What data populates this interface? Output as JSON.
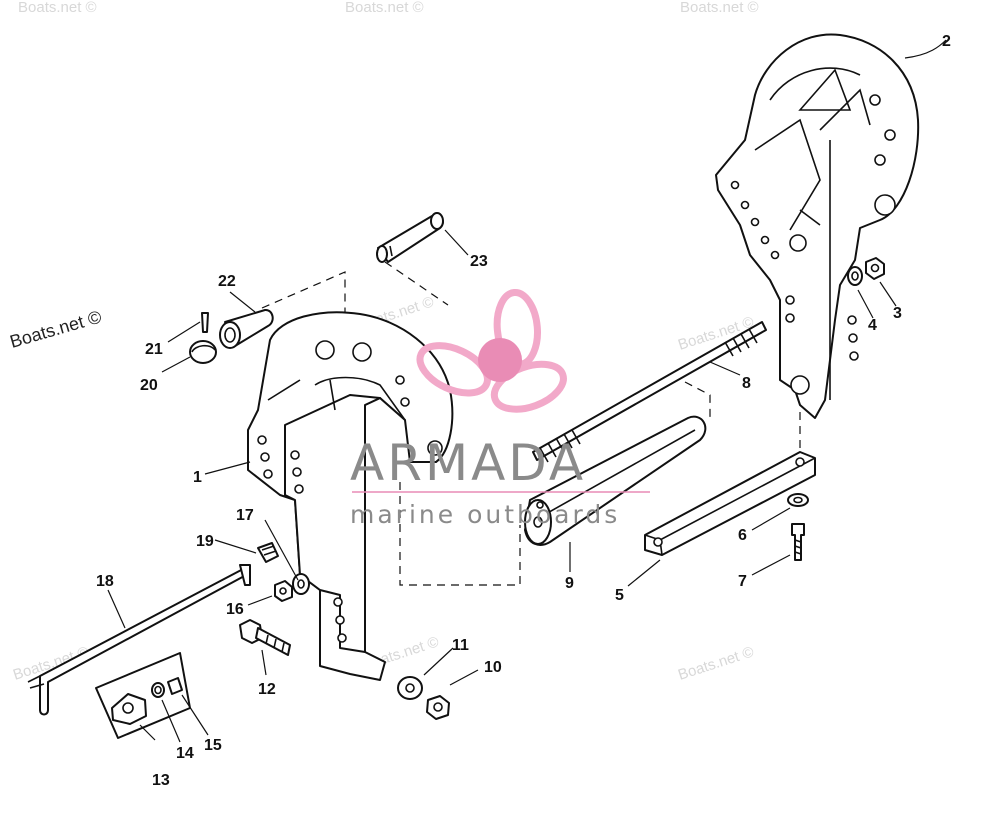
{
  "watermarks": {
    "main": "Boats.net ©",
    "faint": "Boats.net ©"
  },
  "logo": {
    "brand": "ARMADA",
    "tagline": "marine outboards",
    "colors": {
      "propeller": "#f2a9c9",
      "hub": "#e98cb5",
      "text": "#8a8a8a",
      "rule": "#e98cb5"
    }
  },
  "callouts": [
    "1",
    "2",
    "3",
    "4",
    "5",
    "6",
    "7",
    "8",
    "9",
    "10",
    "11",
    "12",
    "13",
    "14",
    "15",
    "16",
    "17",
    "18",
    "19",
    "20",
    "21",
    "22",
    "23"
  ]
}
